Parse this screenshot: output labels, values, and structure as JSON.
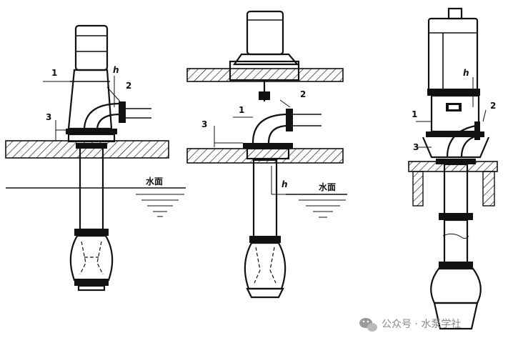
{
  "water_level_label": "水面",
  "figures": [
    {
      "labels": {
        "l1": "1",
        "l2": "2",
        "l3": "3",
        "h": "h"
      }
    },
    {
      "labels": {
        "l1": "1",
        "l2": "2",
        "l3": "3",
        "h": "h"
      }
    },
    {
      "labels": {
        "l1": "1",
        "l2": "2",
        "l3": "3",
        "h": "h"
      }
    }
  ],
  "watermark": {
    "text": "公众号 · 水泵学社",
    "icon": "wechat-icon"
  }
}
